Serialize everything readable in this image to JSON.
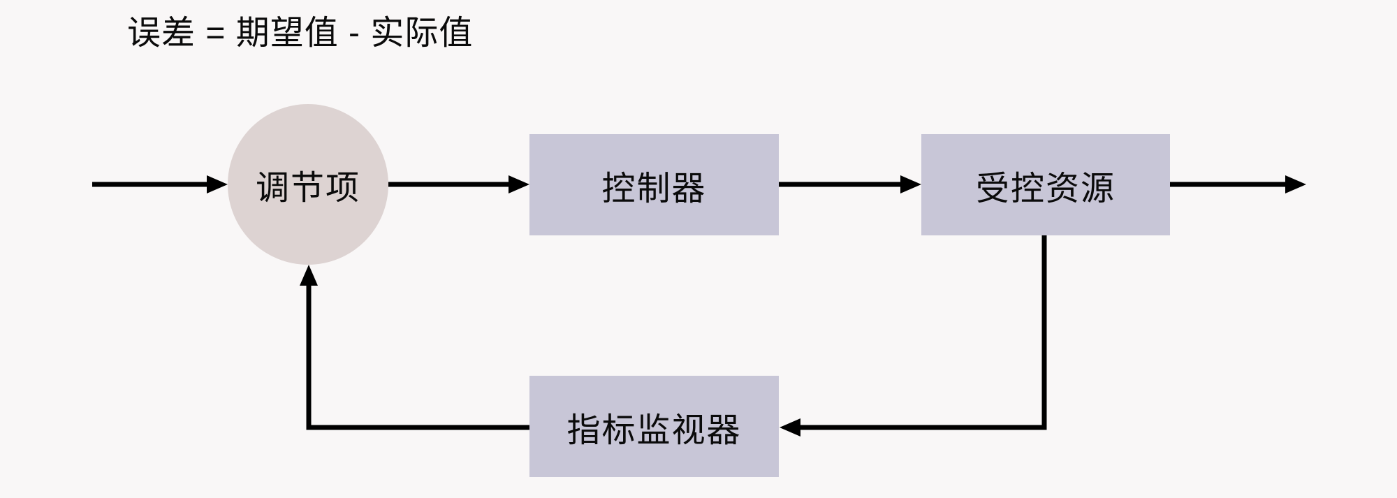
{
  "title": {
    "text": "误差 = 期望值 - 实际值"
  },
  "nodes": {
    "adjuster": {
      "label": "调节项",
      "shape": "circle"
    },
    "controller": {
      "label": "控制器",
      "shape": "rect"
    },
    "resource": {
      "label": "受控资源",
      "shape": "rect"
    },
    "monitor": {
      "label": "指标监视器",
      "shape": "rect"
    }
  },
  "edges": [
    {
      "from": "input",
      "to": "adjuster"
    },
    {
      "from": "adjuster",
      "to": "controller"
    },
    {
      "from": "controller",
      "to": "resource"
    },
    {
      "from": "resource",
      "to": "output"
    },
    {
      "from": "resource",
      "to": "monitor"
    },
    {
      "from": "monitor",
      "to": "adjuster"
    }
  ],
  "colors": {
    "background": "#f9f7f7",
    "circle_fill": "#ddd3d2",
    "box_fill": "#c8c6d7",
    "line": "#000000",
    "text": "#0b0b0b"
  }
}
